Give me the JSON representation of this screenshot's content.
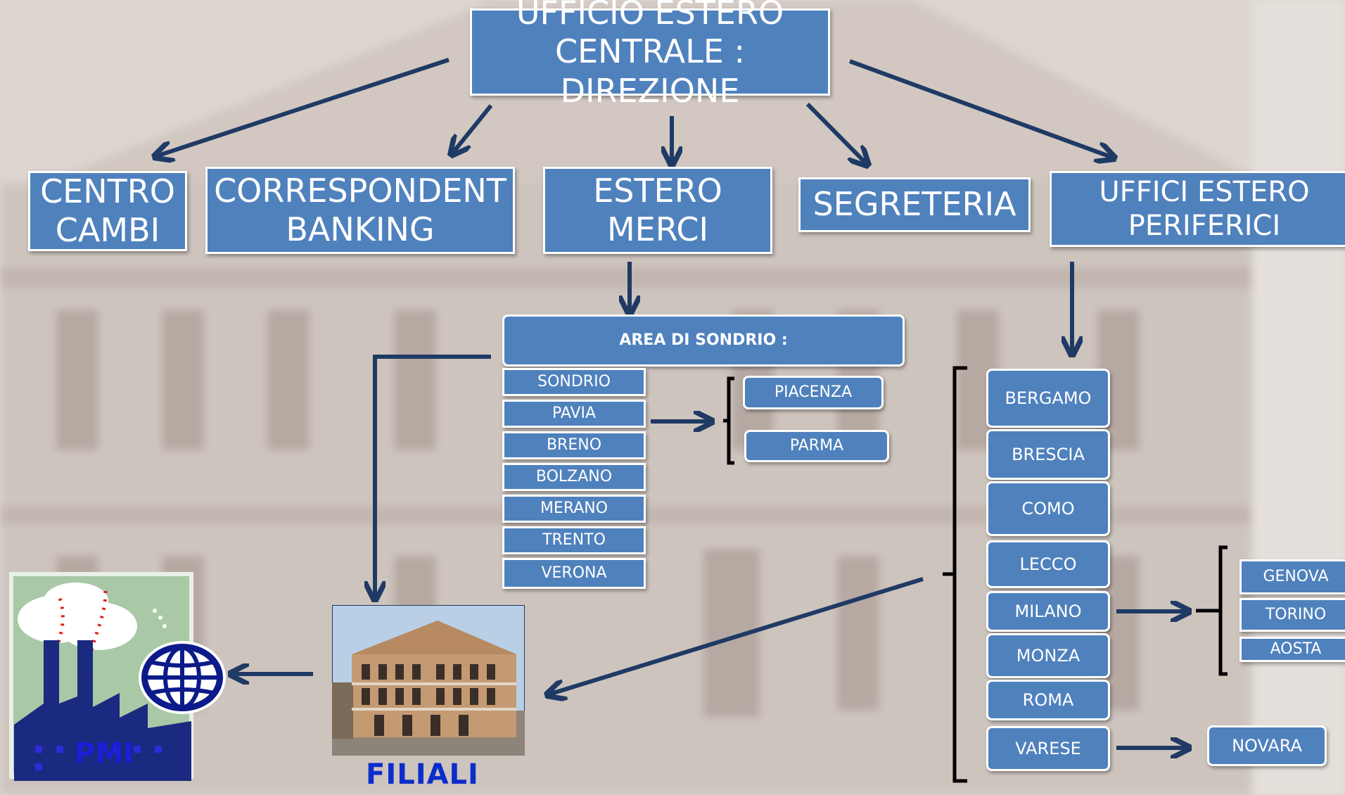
{
  "top": {
    "label": "UFFICIO ESTERO\nCENTRALE : DIREZIONE"
  },
  "departments": [
    {
      "label": "CENTRO\nCAMBI"
    },
    {
      "label": "CORRESPONDENT\nBANKING"
    },
    {
      "label": "ESTERO\nMERCI"
    },
    {
      "label": "SEGRETERIA"
    },
    {
      "label": "UFFICI ESTERO\nPERIFERICI"
    }
  ],
  "area": {
    "title": "AREA DI SONDRIO :",
    "cities": [
      "SONDRIO",
      "PAVIA",
      "BRENO",
      "BOLZANO",
      "MERANO",
      "TRENTO",
      "VERONA"
    ],
    "pavia_children": [
      "PIACENZA",
      "PARMA"
    ]
  },
  "peripheral": {
    "cities": [
      "BERGAMO",
      "BRESCIA",
      "COMO",
      "LECCO",
      "MILANO",
      "MONZA",
      "ROMA",
      "VARESE"
    ],
    "milano_children": [
      "GENOVA",
      "TORINO",
      "AOSTA"
    ],
    "varese_child": "NOVARA"
  },
  "filiali": {
    "label": "FILIALI"
  },
  "pmi": {
    "label": "PMI"
  },
  "colors": {
    "box": "#4f81bd",
    "arrow": "#1f3a64",
    "filiali_text": "#0b2dcc"
  }
}
